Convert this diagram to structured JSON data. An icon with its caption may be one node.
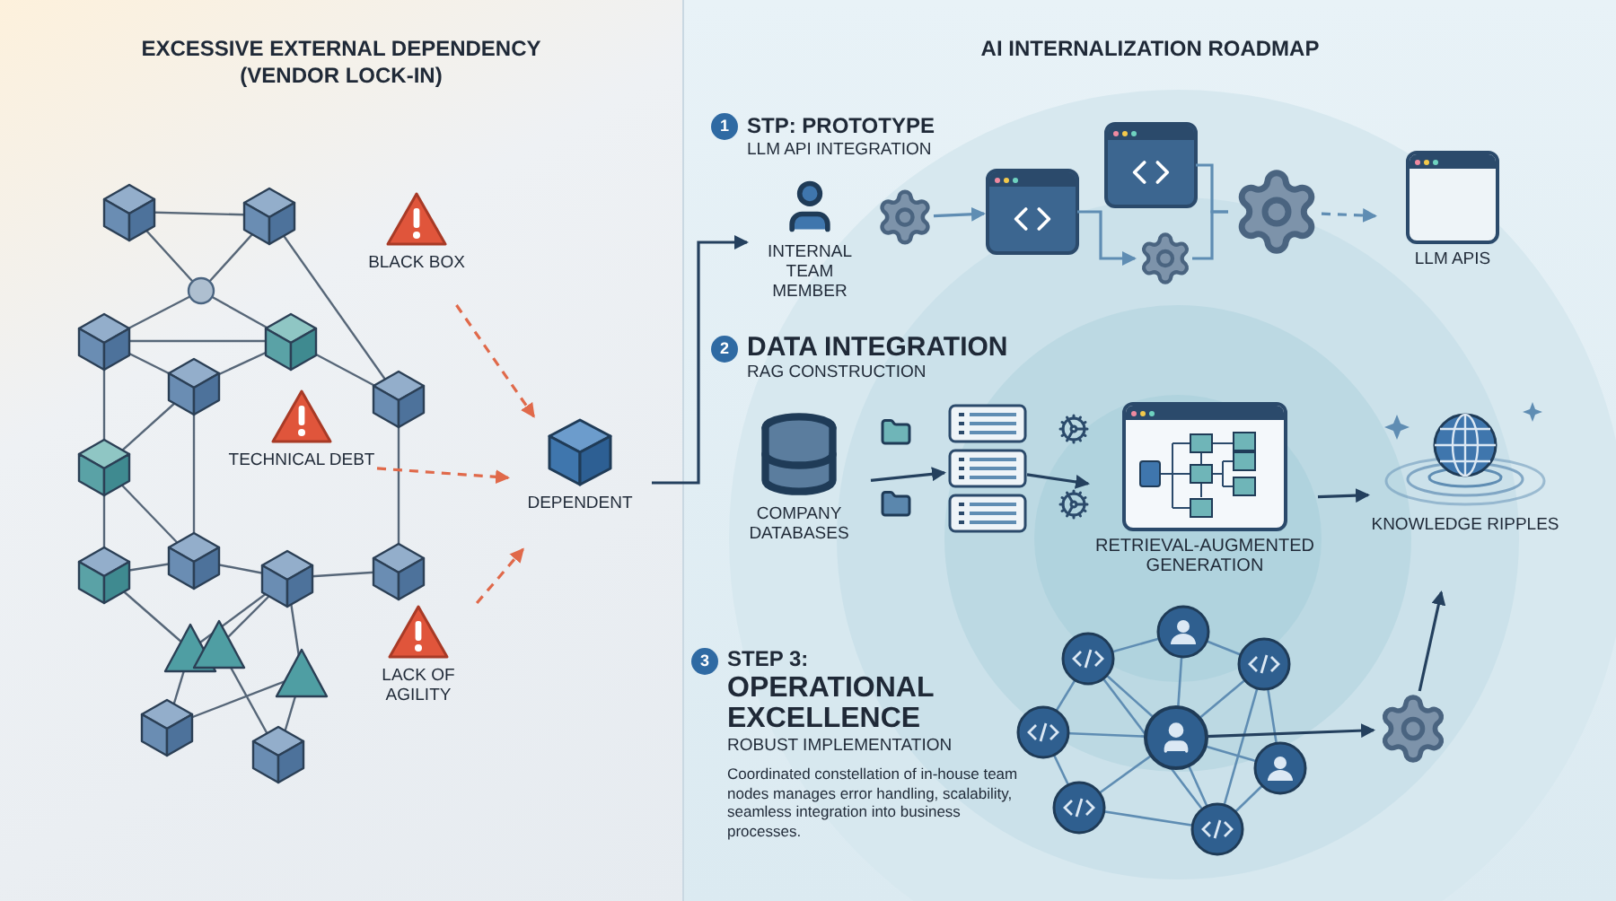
{
  "diagram": {
    "nodes": [
      {
        "text": [
          "EXCESSIVE EXTERNAL DEPENDENCY (VENDOR LOCK-IN)"
        ]
      },
      {
        "text": [
          "AI INTERNALIZATION ROADMAP"
        ]
      },
      {
        "text": [
          "BLACK BOX"
        ],
        "in": 0
      },
      {
        "text": [
          "TECHNICAL DEBT"
        ],
        "in": 0
      },
      {
        "text": [
          "LACK OF AGILITY"
        ],
        "in": 0
      },
      {
        "text": [
          "DEPENDENT"
        ],
        "in": 0
      },
      {
        "text": [
          "1",
          "STP: PROTOTYPE",
          "LLM API INTEGRATION"
        ],
        "in": 1
      },
      {
        "text": [
          "INTERNAL TEAM MEMBER"
        ],
        "in": 1
      },
      {
        "text": [],
        "shape": "gear",
        "in": 1
      },
      {
        "text": [],
        "shape": "window",
        "in": 1
      },
      {
        "text": [],
        "shape": "window",
        "in": 1
      },
      {
        "text": [],
        "shape": "gear",
        "in": 1
      },
      {
        "text": [],
        "shape": "gear",
        "in": 1
      },
      {
        "text": [
          "LLM APIS"
        ],
        "in": 1
      },
      {
        "text": [
          "2",
          "DATA INTEGRATION",
          "RAG CONSTRUCTION"
        ],
        "in": 1
      },
      {
        "text": [
          "COMPANY DATABASES"
        ],
        "in": 1
      },
      {
        "text": [],
        "shape": "box",
        "in": 1
      },
      {
        "text": [
          "RETRIEVAL-AUGMENTED GENERATION"
        ],
        "in": 1
      },
      {
        "text": [
          "KNOWLEDGE RIPPLES"
        ],
        "in": 1
      },
      {
        "text": [
          "3",
          "STEP 3:",
          "OPERATIONAL EXCELLENCE",
          "ROBUST IMPLEMENTATION",
          "Coordinated constellation of in-house team nodes manages error handling, scalability, seamless integration into business processes."
        ],
        "in": 1
      },
      {
        "text": [],
        "shape": "circle",
        "in": 1
      },
      {
        "text": [],
        "shape": "gear",
        "in": 1
      }
    ],
    "edges": [
      {
        "from": 2,
        "to": 5,
        "arrow": "to",
        "style": "dashed",
        "color": "#e0694a"
      },
      {
        "from": 3,
        "to": 5,
        "arrow": "to",
        "style": "dashed",
        "color": "#e0694a"
      },
      {
        "from": 4,
        "to": 5,
        "arrow": "to",
        "style": "dashed",
        "color": "#e0694a"
      },
      {
        "from": 5,
        "to": 7,
        "arrow": "to"
      },
      {
        "from": 8,
        "to": 9,
        "arrow": "to",
        "color": "#5f8db3"
      },
      {
        "from": 9,
        "to": 11,
        "arrow": "to",
        "color": "#5f8db3"
      },
      {
        "from": 10,
        "to": 12,
        "arrow": "none",
        "color": "#5f8db3"
      },
      {
        "from": 11,
        "to": 12,
        "arrow": "none",
        "color": "#5f8db3"
      },
      {
        "from": 12,
        "to": 13,
        "arrow": "to",
        "style": "dashed",
        "color": "#5f8db3"
      },
      {
        "from": 15,
        "to": 16,
        "arrow": "to"
      },
      {
        "from": 16,
        "to": 17,
        "arrow": "to"
      },
      {
        "from": 17,
        "to": 18,
        "arrow": "to"
      },
      {
        "from": 20,
        "to": 21,
        "arrow": "to"
      },
      {
        "from": 21,
        "to": 18,
        "arrow": "to"
      }
    ]
  }
}
